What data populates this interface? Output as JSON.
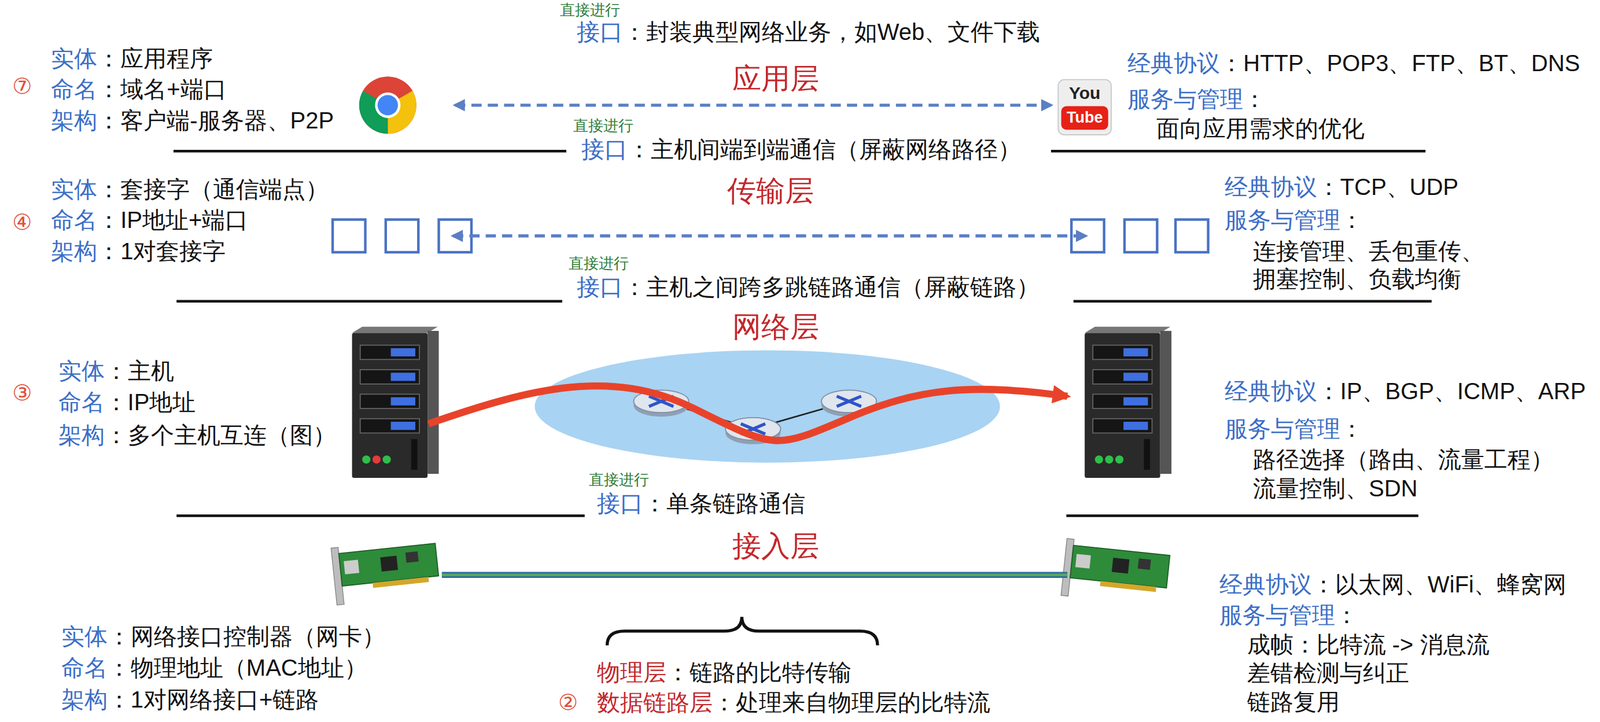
{
  "diagram": {
    "labels": [
      "直接进行",
      "接口",
      "：封装典型网络业务，如Web、文件下载",
      "⑦",
      "实体",
      "：应用程序",
      "命名",
      "：域名+端口",
      "架构",
      "：客户端-服务器、P2P",
      "应用层",
      "经典协议",
      "：HTTP、POP3、FTP、BT、DNS",
      "服务与管理",
      "：",
      "面向应用需求的优化",
      "You",
      "Tube",
      "直接进行",
      "接口",
      "：主机间端到端通信（屏蔽网络路径）",
      "传输层",
      "④",
      "实体",
      "：套接字（通信端点）",
      "命名",
      "：IP地址+端口",
      "架构",
      "：1对套接字",
      "经典协议",
      "：TCP、UDP",
      "服务与管理",
      "：",
      "连接管理、丢包重传、",
      "拥塞控制、负载均衡",
      "直接进行",
      "接口",
      "：主机之间跨多跳链路通信（屏蔽链路）",
      "网络层",
      "③",
      "实体",
      "：主机",
      "命名",
      "：IP地址",
      "架构",
      "：多个主机互连（图）",
      "经典协议",
      "：IP、BGP、ICMP、ARP",
      "服务与管理",
      "：",
      "路径选择（路由、流量工程）",
      "流量控制、SDN",
      "直接进行",
      "接口",
      "：单条链路通信",
      "接入层",
      "经典协议",
      "：以太网、WiFi、蜂窝网",
      "服务与管理",
      "：",
      "成帧：比特流 -> 消息流",
      "差错检测与纠正",
      "链路复用",
      "实体",
      "：网络接口控制器（网卡）",
      "命名",
      "：物理地址（MAC地址）",
      "架构",
      "：1对网络接口+链路",
      "物理层",
      "：链路的比特传输",
      "②",
      "数据链路层",
      "：处理来自物理层的比特流"
    ]
  }
}
